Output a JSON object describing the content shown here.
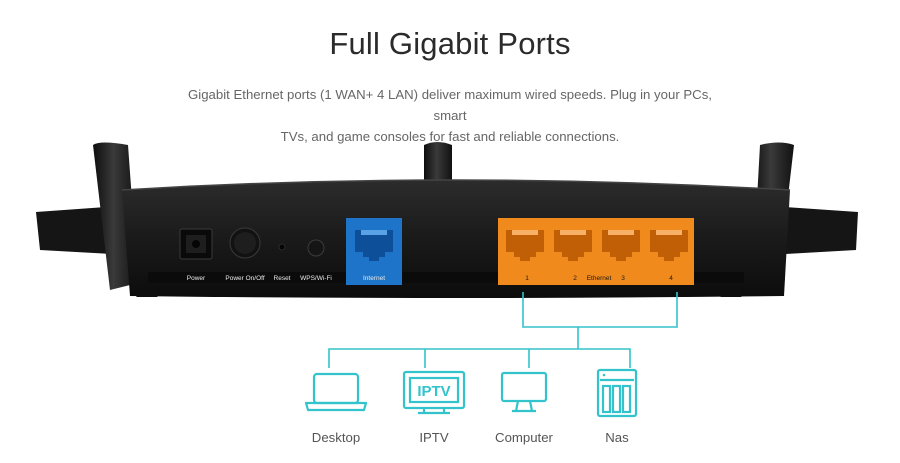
{
  "header": {
    "title": "Full Gigabit Ports",
    "subtitle_line1": "Gigabit Ethernet ports (1 WAN+ 4 LAN) deliver maximum wired speeds. Plug in your PCs, smart",
    "subtitle_line2": "TVs, and game consoles for fast and reliable connections."
  },
  "router": {
    "port_labels": {
      "power": "Power",
      "power_onoff": "Power On/Off",
      "reset": "Reset",
      "wps_wifi": "WPS/Wi-Fi",
      "internet": "Internet",
      "lan1": "1",
      "lan2": "2",
      "ethernet": "Ethernet",
      "lan3": "3",
      "lan4": "4"
    },
    "colors": {
      "body": "#1c1c1c",
      "internet_port": "#1e74c8",
      "lan_ports": "#f08a1c",
      "connector_lines": "#33c3cc"
    }
  },
  "devices": [
    {
      "label": "Desktop",
      "icon": "laptop-icon"
    },
    {
      "label": "IPTV",
      "icon": "tv-icon",
      "icon_text": "IPTV"
    },
    {
      "label": "Computer",
      "icon": "monitor-icon"
    },
    {
      "label": "Nas",
      "icon": "nas-icon"
    }
  ]
}
